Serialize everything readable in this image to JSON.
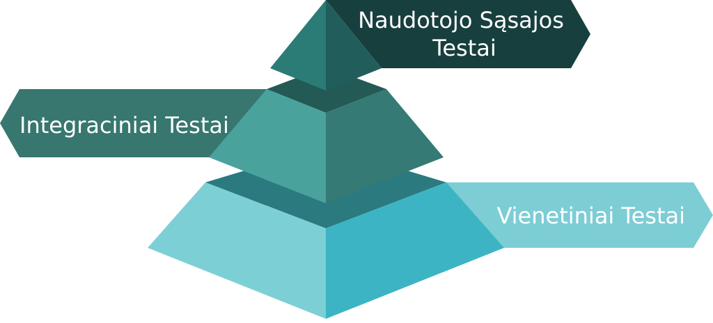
{
  "pyramid": {
    "top": {
      "label_line1": "Naudotojo Sąsajos",
      "label_line2": "Testai"
    },
    "middle": {
      "label": "Integraciniai Testai"
    },
    "bottom": {
      "label": "Vienetiniai Testai"
    }
  },
  "colors": {
    "top_banner": "#173f3e",
    "top_left_face": "#2b7b76",
    "top_right_face": "#215e5b",
    "top_under": "#235a55",
    "middle_banner": "#37776f",
    "middle_left_face": "#4aa29d",
    "middle_right_face": "#357a74",
    "middle_under": "#2a7a80",
    "bottom_banner": "#7dcdd5",
    "bottom_left_face": "#7dcfd6",
    "bottom_right_face": "#3db4c3",
    "label_text": "#ffffff"
  }
}
